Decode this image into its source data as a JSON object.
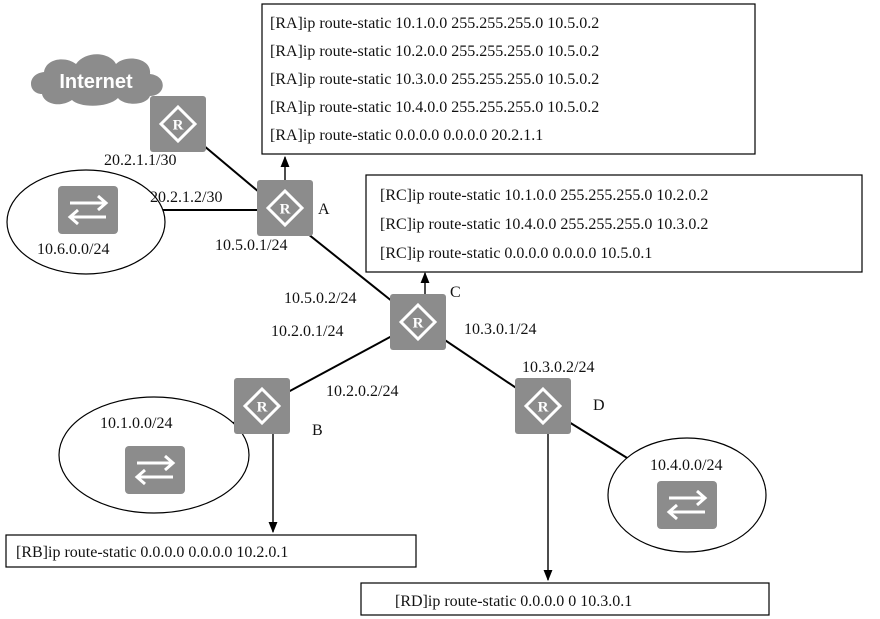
{
  "cloud": {
    "label": "Internet"
  },
  "routers": {
    "isp": {
      "name": ""
    },
    "a": {
      "name": "A"
    },
    "b": {
      "name": "B"
    },
    "c": {
      "name": "C"
    },
    "d": {
      "name": "D"
    }
  },
  "interfaces": {
    "isp_a": "20.2.1.1/30",
    "a_isp": "20.2.1.2/30",
    "a_c": "10.5.0.1/24",
    "c_a": "10.5.0.2/24",
    "c_b": "10.2.0.1/24",
    "b_c": "10.2.0.2/24",
    "c_d": "10.3.0.1/24",
    "d_c": "10.3.0.2/24"
  },
  "networks": {
    "a_lan": "10.6.0.0/24",
    "b_lan": "10.1.0.0/24",
    "d_lan": "10.4.0.0/24"
  },
  "config": {
    "ra": [
      "[RA]ip route-static 10.1.0.0 255.255.255.0 10.5.0.2",
      "[RA]ip route-static 10.2.0.0 255.255.255.0 10.5.0.2",
      "[RA]ip route-static 10.3.0.0 255.255.255.0 10.5.0.2",
      "[RA]ip route-static 10.4.0.0 255.255.255.0 10.5.0.2",
      "[RA]ip route-static 0.0.0.0 0.0.0.0 20.2.1.1"
    ],
    "rc": [
      "[RC]ip route-static 10.1.0.0 255.255.255.0 10.2.0.2",
      "[RC]ip route-static 10.4.0.0 255.255.255.0 10.3.0.2",
      "[RC]ip route-static 0.0.0.0 0.0.0.0 10.5.0.1"
    ],
    "rb": [
      "[RB]ip route-static 0.0.0.0 0.0.0.0 10.2.0.1"
    ],
    "rd": [
      "[RD]ip route-static 0.0.0.0 0 10.3.0.1"
    ]
  },
  "colors": {
    "device": "#8c8c8c",
    "line": "#000000",
    "background": "#ffffff"
  }
}
